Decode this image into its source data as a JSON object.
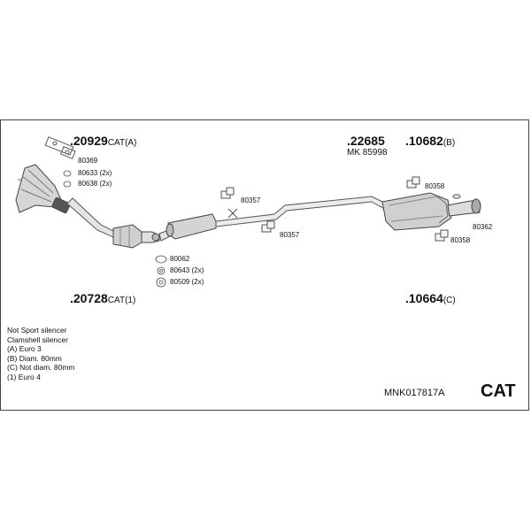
{
  "parts": {
    "p20929": {
      "num": ".20929",
      "suffix": "CAT(A)"
    },
    "p20728": {
      "num": ".20728",
      "suffix": "CAT(1)"
    },
    "p22685": {
      "num": ".22685"
    },
    "p10682": {
      "num": ".10682",
      "suffix": "(B)"
    },
    "p10664": {
      "num": ".10664",
      "suffix": "(C)"
    },
    "mk": "MK 85998"
  },
  "small_parts": {
    "s80369": "80369",
    "s80633": "80633 (2x)",
    "s80638": "80638 (2x)",
    "s80357a": "80357",
    "s80357b": "80357",
    "s80358a": "80358",
    "s80362": "80362",
    "s80358b": "80358",
    "s80062": "80062",
    "s80643": "80643 (2x)",
    "s80509": "80509 (2x)"
  },
  "notes": [
    "Not Sport silencer",
    "Clamshell silencer",
    "(A) Euro 3",
    "(B) Diam. 80mm",
    "(C) Not diam. 80mm",
    "(1) Euro 4"
  ],
  "kit_code": "MNK017817A",
  "badge": "CAT"
}
